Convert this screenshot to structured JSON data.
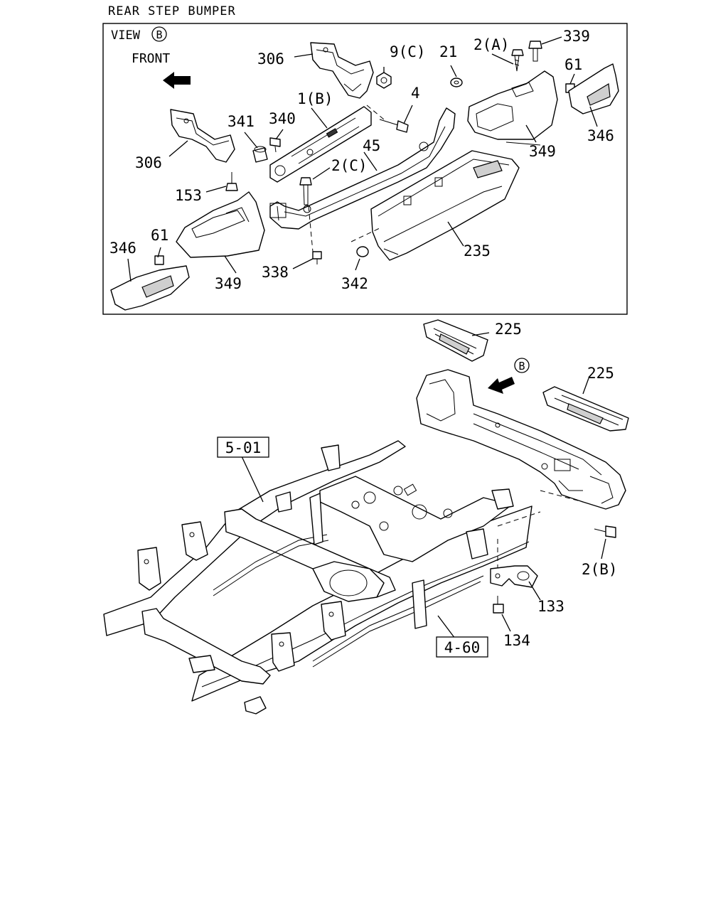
{
  "title": "REAR STEP BUMPER",
  "view_box": {
    "view_label": "VIEW",
    "view_ref": "B",
    "front_label": "FRONT"
  },
  "callouts": [
    {
      "id": "c306a",
      "text": "306"
    },
    {
      "id": "c9c",
      "text": "9(C)"
    },
    {
      "id": "c21",
      "text": "21"
    },
    {
      "id": "c2a",
      "text": "2(A)"
    },
    {
      "id": "c339",
      "text": "339"
    },
    {
      "id": "c61a",
      "text": "61"
    },
    {
      "id": "c1b",
      "text": "1(B)"
    },
    {
      "id": "c4",
      "text": "4"
    },
    {
      "id": "c341",
      "text": "341"
    },
    {
      "id": "c340",
      "text": "340"
    },
    {
      "id": "c349a",
      "text": "349"
    },
    {
      "id": "c346a",
      "text": "346"
    },
    {
      "id": "c306b",
      "text": "306"
    },
    {
      "id": "c45",
      "text": "45"
    },
    {
      "id": "c2c",
      "text": "2(C)"
    },
    {
      "id": "c153",
      "text": "153"
    },
    {
      "id": "c61b",
      "text": "61"
    },
    {
      "id": "c346b",
      "text": "346"
    },
    {
      "id": "c235",
      "text": "235"
    },
    {
      "id": "c338",
      "text": "338"
    },
    {
      "id": "c349b",
      "text": "349"
    },
    {
      "id": "c342",
      "text": "342"
    },
    {
      "id": "c225a",
      "text": "225"
    },
    {
      "id": "c225b",
      "text": "225"
    },
    {
      "id": "c2b",
      "text": "2(B)"
    },
    {
      "id": "c133",
      "text": "133"
    },
    {
      "id": "c134",
      "text": "134"
    }
  ],
  "view_marker": "B",
  "reference_boxes": [
    {
      "id": "r501",
      "text": "5-01"
    },
    {
      "id": "r460",
      "text": "4-60"
    }
  ]
}
